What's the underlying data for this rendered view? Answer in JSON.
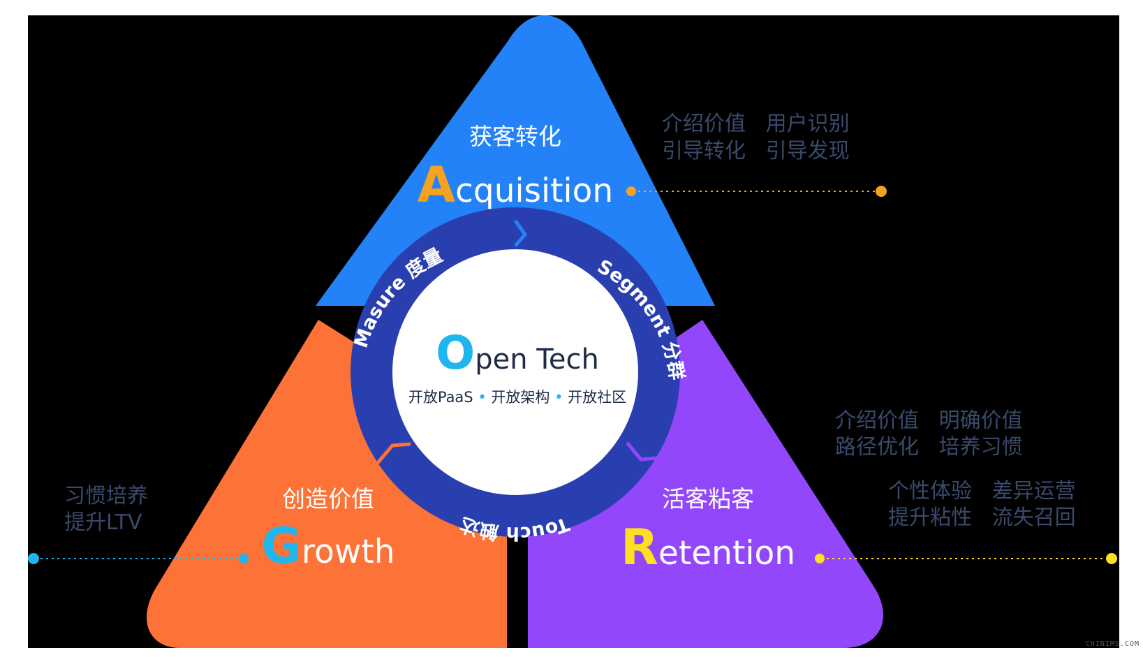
{
  "center": {
    "title_initial": "O",
    "title_rest": "pen Tech",
    "subtitle_1": "开放PaaS",
    "subtitle_2": "开放架构",
    "subtitle_3": "开放社区"
  },
  "ring": {
    "masure": "Masure 度量",
    "segment": "Segment 分群",
    "touch": "Touch 触达"
  },
  "acquisition": {
    "cn": "获客转化",
    "initial": "A",
    "rest": "cquisition",
    "notes_line1": "介绍价值   用户识别",
    "notes_line2": "引导转化   引导发现"
  },
  "growth": {
    "cn": "创造价值",
    "initial": "G",
    "rest": "rowth",
    "notes_line1": "习惯培养",
    "notes_line2": "提升LTV"
  },
  "retention": {
    "cn": "活客粘客",
    "initial": "R",
    "rest": "etention",
    "notes_line1": "介绍价值   明确价值",
    "notes_line2": "路径优化   培养习惯",
    "notes_line3": "个性体验   差异运营",
    "notes_line4": "提升粘性   流失召回"
  },
  "watermark": "CHINIMS.COM",
  "colors": {
    "background": "#000000",
    "acquisition": "#2382f7",
    "growth": "#fd7236",
    "retention": "#9247fb",
    "ring": "#2a3faf",
    "accent_orange": "#f7a21e",
    "accent_cyan": "#1fb5ee",
    "accent_yellow": "#ffe020",
    "note_text": "#3a4a6b"
  }
}
